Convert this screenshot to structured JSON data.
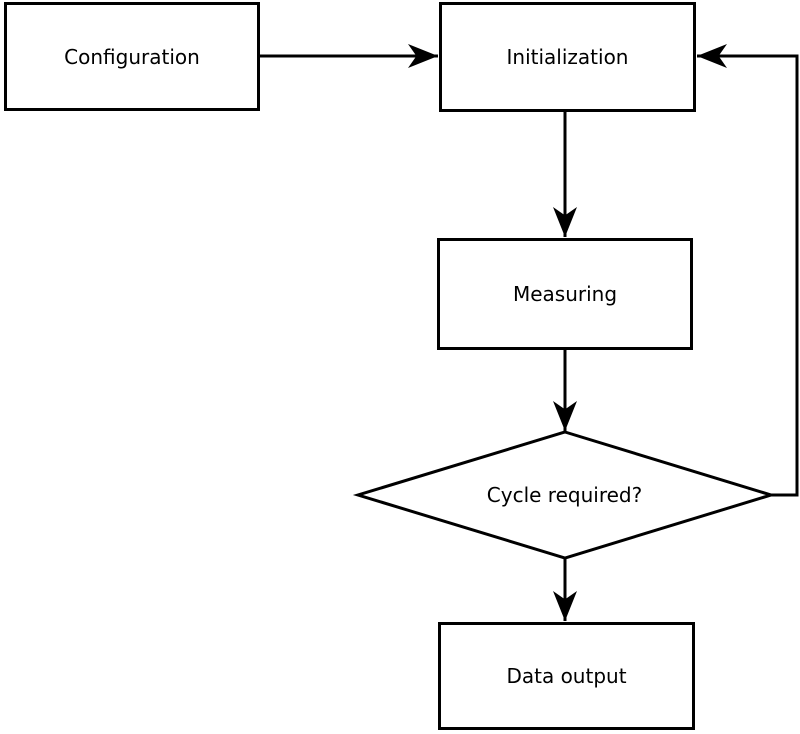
{
  "diagram": {
    "type": "flowchart",
    "background": "#ffffff",
    "stroke_color": "#000000",
    "node_fill": "#ffffff",
    "text_color": "#000000",
    "nodes": {
      "configuration": {
        "label": "Configuration",
        "shape": "rect"
      },
      "initialization": {
        "label": "Initialization",
        "shape": "rect"
      },
      "measuring": {
        "label": "Measuring",
        "shape": "rect"
      },
      "cycle_required": {
        "label": "Cycle required?",
        "shape": "diamond"
      },
      "data_output": {
        "label": "Data output",
        "shape": "rect"
      }
    },
    "edges": [
      {
        "from": "configuration",
        "to": "initialization",
        "direction": "right"
      },
      {
        "from": "initialization",
        "to": "measuring",
        "direction": "down"
      },
      {
        "from": "measuring",
        "to": "cycle_required",
        "direction": "down"
      },
      {
        "from": "cycle_required",
        "to": "data_output",
        "direction": "down"
      },
      {
        "from": "cycle_required",
        "to": "initialization",
        "direction": "right-up-left-loop"
      }
    ]
  }
}
